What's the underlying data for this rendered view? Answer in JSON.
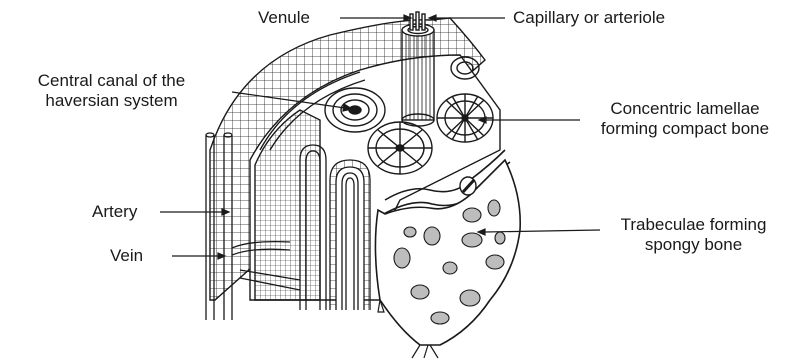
{
  "diagram": {
    "labels": {
      "venule": "Venule",
      "capillary": "Capillary or arteriole",
      "central_canal": [
        "Central canal of the",
        "haversian system"
      ],
      "concentric": [
        "Concentric lamellae",
        "forming compact bone"
      ],
      "artery": "Artery",
      "vein": "Vein",
      "trabeculae": [
        "Trabeculae forming",
        "spongy bone"
      ]
    },
    "colors": {
      "line": "#1a1a1a",
      "fill_gray": "#bdbdbd",
      "background": "#ffffff"
    }
  }
}
